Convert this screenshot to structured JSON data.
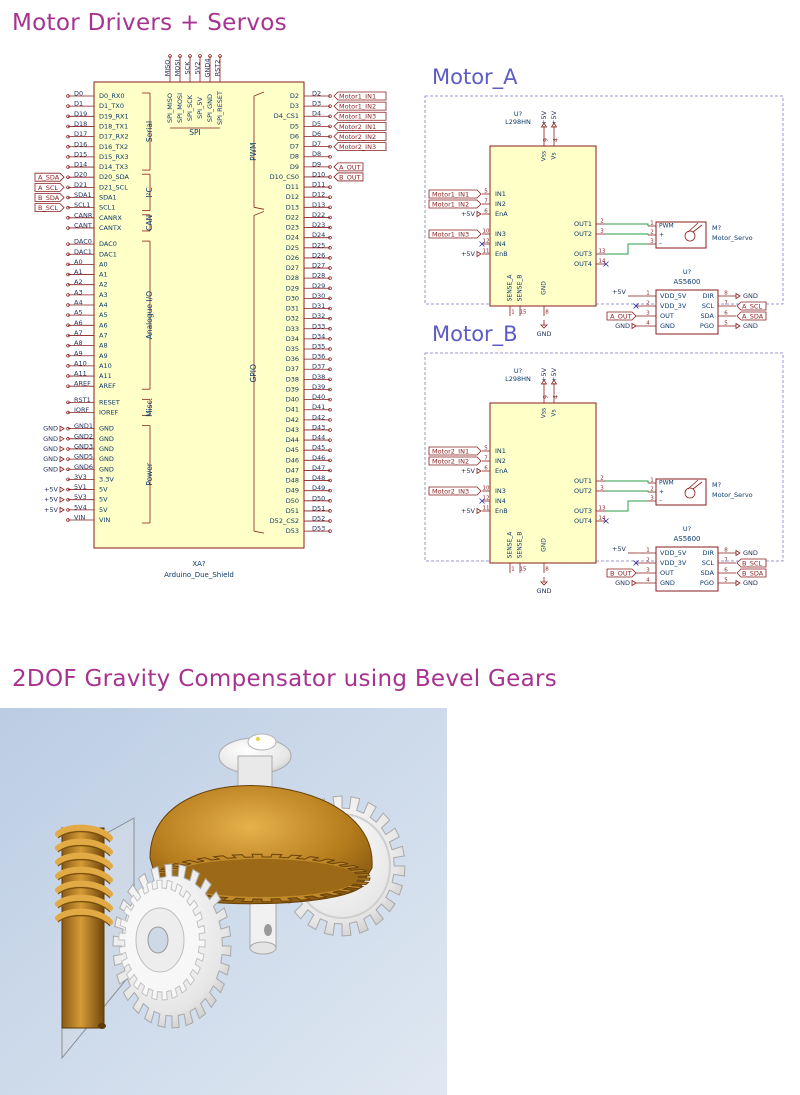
{
  "headings": {
    "motor_drivers": "Motor Drivers + Servos",
    "compensator": "2DOF Gravity Compensator using Bevel Gears"
  },
  "colors": {
    "heading": "#a8328f",
    "wire": "#2e9d48",
    "component_outline": "#8a1e1e",
    "component_fill": "#ffffc8",
    "label_text": "#8a1e1e",
    "pin_text": "#0c3a6b",
    "net_text": "#1f2e55",
    "sheet_border": "#7a7ac8",
    "sheet_title": "#5c5cc4",
    "render_bg": "#c9d8ea",
    "brass": "#c08a2a",
    "white_part": "#f4f4f4"
  },
  "arduino": {
    "ref": "XA?",
    "value": "Arduino_Due_Shield",
    "groups": {
      "serial": "Serial",
      "i2c": "I²C",
      "can": "CAN",
      "analogue": "Analogue I/O",
      "misc": "Misc.",
      "power": "Power",
      "pwm": "PWM",
      "gpio": "GPIO",
      "spi": "SPI"
    },
    "left_pins": [
      {
        "net": "D0",
        "pin": "D0_RX0"
      },
      {
        "net": "D1",
        "pin": "D1_TX0"
      },
      {
        "net": "D19",
        "pin": "D19_RX1"
      },
      {
        "net": "D18",
        "pin": "D18_TX1"
      },
      {
        "net": "D17",
        "pin": "D17_RX2"
      },
      {
        "net": "D16",
        "pin": "D16_TX2"
      },
      {
        "net": "D15",
        "pin": "D15_RX3"
      },
      {
        "net": "D14",
        "pin": "D14_TX3"
      },
      {
        "net": "D20",
        "pin": "D20_SDA",
        "label": "A_SDA"
      },
      {
        "net": "D21",
        "pin": "D21_SCL",
        "label": "A_SCL"
      },
      {
        "net": "SDA1",
        "pin": "SDA1",
        "label": "B_SDA"
      },
      {
        "net": "SCL1",
        "pin": "SCL1",
        "label": "B_SCL"
      },
      {
        "net": "CANR",
        "pin": "CANRX"
      },
      {
        "net": "CANT",
        "pin": "CANTX"
      },
      {
        "net": "DAC0",
        "pin": "DAC0"
      },
      {
        "net": "DAC1",
        "pin": "DAC1"
      },
      {
        "net": "A0",
        "pin": "A0"
      },
      {
        "net": "A1",
        "pin": "A1"
      },
      {
        "net": "A2",
        "pin": "A2"
      },
      {
        "net": "A3",
        "pin": "A3"
      },
      {
        "net": "A4",
        "pin": "A4"
      },
      {
        "net": "A5",
        "pin": "A5"
      },
      {
        "net": "A6",
        "pin": "A6"
      },
      {
        "net": "A7",
        "pin": "A7"
      },
      {
        "net": "A8",
        "pin": "A8"
      },
      {
        "net": "A9",
        "pin": "A9"
      },
      {
        "net": "A10",
        "pin": "A10"
      },
      {
        "net": "A11",
        "pin": "A11"
      },
      {
        "net": "AREF",
        "pin": "AREF"
      },
      {
        "net": "RST1",
        "pin": "RESET"
      },
      {
        "net": "IORF",
        "pin": "IOREF"
      },
      {
        "net": "GND1",
        "pin": "GND",
        "power": "GND"
      },
      {
        "net": "GND2",
        "pin": "GND",
        "power": "GND"
      },
      {
        "net": "GND3",
        "pin": "GND",
        "power": "GND"
      },
      {
        "net": "GND5",
        "pin": "GND",
        "power": "GND"
      },
      {
        "net": "GND6",
        "pin": "GND",
        "power": "GND"
      },
      {
        "net": "3V3",
        "pin": "3.3V"
      },
      {
        "net": "5V1",
        "pin": "5V",
        "power": "+5V"
      },
      {
        "net": "5V3",
        "pin": "5V",
        "power": "+5V"
      },
      {
        "net": "5V4",
        "pin": "5V",
        "power": "+5V"
      },
      {
        "net": "VIN",
        "pin": "VIN"
      }
    ],
    "right_pins": [
      {
        "pin": "D2",
        "net": "D2",
        "label": "Motor1_IN1"
      },
      {
        "pin": "D3",
        "net": "D3",
        "label": "Motor1_IN2"
      },
      {
        "pin": "D4_CS1",
        "net": "D4",
        "label": "Motor1_IN3"
      },
      {
        "pin": "D5",
        "net": "D5",
        "label": "Motor2_IN1"
      },
      {
        "pin": "D6",
        "net": "D6",
        "label": "Motor2_IN2"
      },
      {
        "pin": "D7",
        "net": "D7",
        "label": "Motor2_IN3"
      },
      {
        "pin": "D8",
        "net": "D8"
      },
      {
        "pin": "D9",
        "net": "D9",
        "label": "A_OUT"
      },
      {
        "pin": "D10_CS0",
        "net": "D10",
        "label": "B_OUT"
      },
      {
        "pin": "D11",
        "net": "D11"
      },
      {
        "pin": "D12",
        "net": "D12"
      },
      {
        "pin": "D13",
        "net": "D13"
      },
      {
        "pin": "D22",
        "net": "D22"
      },
      {
        "pin": "D23",
        "net": "D23"
      },
      {
        "pin": "D24",
        "net": "D24"
      },
      {
        "pin": "D25",
        "net": "D25"
      },
      {
        "pin": "D26",
        "net": "D26"
      },
      {
        "pin": "D27",
        "net": "D27"
      },
      {
        "pin": "D28",
        "net": "D28"
      },
      {
        "pin": "D29",
        "net": "D29"
      },
      {
        "pin": "D30",
        "net": "D30"
      },
      {
        "pin": "D31",
        "net": "D31"
      },
      {
        "pin": "D32",
        "net": "D32"
      },
      {
        "pin": "D33",
        "net": "D33"
      },
      {
        "pin": "D34",
        "net": "D34"
      },
      {
        "pin": "D35",
        "net": "D35"
      },
      {
        "pin": "D36",
        "net": "D36"
      },
      {
        "pin": "D37",
        "net": "D37"
      },
      {
        "pin": "D38",
        "net": "D38"
      },
      {
        "pin": "D39",
        "net": "D39"
      },
      {
        "pin": "D40",
        "net": "D40"
      },
      {
        "pin": "D41",
        "net": "D41"
      },
      {
        "pin": "D42",
        "net": "D42"
      },
      {
        "pin": "D43",
        "net": "D43"
      },
      {
        "pin": "D44",
        "net": "D44"
      },
      {
        "pin": "D45",
        "net": "D45"
      },
      {
        "pin": "D46",
        "net": "D46"
      },
      {
        "pin": "D47",
        "net": "D47"
      },
      {
        "pin": "D48",
        "net": "D48"
      },
      {
        "pin": "D49",
        "net": "D49"
      },
      {
        "pin": "D50",
        "net": "D50"
      },
      {
        "pin": "D51",
        "net": "D51"
      },
      {
        "pin": "D52_CS2",
        "net": "D52"
      },
      {
        "pin": "D53",
        "net": "D53"
      }
    ],
    "top_pins": [
      {
        "net": "MISO",
        "pin": "SPI_MISO"
      },
      {
        "net": "MOSI",
        "pin": "SPI_MOSI"
      },
      {
        "net": "SCK",
        "pin": "SPI_SCK"
      },
      {
        "net": "5V2",
        "pin": "SPI_5V"
      },
      {
        "net": "GND4",
        "pin": "SPI_GND"
      },
      {
        "net": "RST2",
        "pin": "SPI_RESET"
      }
    ]
  },
  "sheets": [
    {
      "title": "Motor_A",
      "driver": {
        "ref": "U?",
        "value": "L298HN",
        "top_pins": [
          {
            "num": "9",
            "name": "Vss",
            "power": "+5V"
          },
          {
            "num": "4",
            "name": "Vs",
            "power": "+5V"
          }
        ],
        "in_pins": [
          {
            "num": "5",
            "name": "IN1",
            "label": "Motor1_IN1"
          },
          {
            "num": "7",
            "name": "IN2",
            "label": "Motor1_IN2"
          },
          {
            "num": "6",
            "name": "EnA",
            "power": "+5V"
          },
          {
            "num": "10",
            "name": "IN3",
            "label": "Motor1_IN3"
          },
          {
            "num": "12",
            "name": "IN4"
          },
          {
            "num": "11",
            "name": "EnB",
            "power": "+5V"
          }
        ],
        "out_pins": [
          {
            "num": "2",
            "name": "OUT1"
          },
          {
            "num": "3",
            "name": "OUT2"
          },
          {
            "num": "13",
            "name": "OUT3"
          },
          {
            "num": "14",
            "name": "OUT4"
          }
        ],
        "bottom_pins": [
          {
            "num": "1",
            "name": "SENSE_A"
          },
          {
            "num": "15",
            "name": "SENSE_B"
          },
          {
            "num": "8",
            "name": "GND"
          }
        ],
        "gnd": "GND"
      },
      "servo": {
        "ref": "M?",
        "value": "Motor_Servo",
        "pins": [
          {
            "num": "1",
            "name": "PWM"
          },
          {
            "num": "2",
            "name": "+"
          },
          {
            "num": "3",
            "name": "–"
          }
        ]
      },
      "sensor": {
        "ref": "U?",
        "value": "AS5600",
        "left_pins": [
          {
            "num": "1",
            "name": "VDD_5V",
            "net": "+5V"
          },
          {
            "num": "2",
            "name": "VDD_3V"
          },
          {
            "num": "3",
            "name": "OUT",
            "label": "A_OUT"
          },
          {
            "num": "4",
            "name": "GND",
            "net": "GND"
          }
        ],
        "right_pins": [
          {
            "num": "8",
            "name": "DIR",
            "net": "GND"
          },
          {
            "num": "7",
            "name": "SCL",
            "label": "A_SCL"
          },
          {
            "num": "6",
            "name": "SDA",
            "label": "A_SDA"
          },
          {
            "num": "5",
            "name": "PGO",
            "net": "GND"
          }
        ]
      }
    },
    {
      "title": "Motor_B",
      "driver": {
        "ref": "U?",
        "value": "L298HN",
        "top_pins": [
          {
            "num": "9",
            "name": "Vss",
            "power": "+5V"
          },
          {
            "num": "4",
            "name": "Vs",
            "power": "+5V"
          }
        ],
        "in_pins": [
          {
            "num": "5",
            "name": "IN1",
            "label": "Motor2_IN1"
          },
          {
            "num": "7",
            "name": "IN2",
            "label": "Motor2_IN2"
          },
          {
            "num": "6",
            "name": "EnA",
            "power": "+5V"
          },
          {
            "num": "10",
            "name": "IN3",
            "label": "Motor2_IN3"
          },
          {
            "num": "12",
            "name": "IN4"
          },
          {
            "num": "11",
            "name": "EnB",
            "power": "+5V"
          }
        ],
        "out_pins": [
          {
            "num": "2",
            "name": "OUT1"
          },
          {
            "num": "3",
            "name": "OUT2"
          },
          {
            "num": "13",
            "name": "OUT3"
          },
          {
            "num": "14",
            "name": "OUT4"
          }
        ],
        "bottom_pins": [
          {
            "num": "1",
            "name": "SENSE_A"
          },
          {
            "num": "15",
            "name": "SENSE_B"
          },
          {
            "num": "8",
            "name": "GND"
          }
        ],
        "gnd": "GND"
      },
      "servo": {
        "ref": "M?",
        "value": "Motor_Servo",
        "pins": [
          {
            "num": "1",
            "name": "PWM"
          },
          {
            "num": "2",
            "name": "+"
          },
          {
            "num": "3",
            "name": "–"
          }
        ]
      },
      "sensor": {
        "ref": "U?",
        "value": "AS5600",
        "left_pins": [
          {
            "num": "1",
            "name": "VDD_5V",
            "net": "+5V"
          },
          {
            "num": "2",
            "name": "VDD_3V"
          },
          {
            "num": "3",
            "name": "OUT",
            "label": "B_OUT"
          },
          {
            "num": "4",
            "name": "GND",
            "net": "GND"
          }
        ],
        "right_pins": [
          {
            "num": "8",
            "name": "DIR",
            "net": "GND"
          },
          {
            "num": "7",
            "name": "SCL",
            "label": "B_SCL"
          },
          {
            "num": "6",
            "name": "SDA",
            "label": "B_SDA"
          },
          {
            "num": "5",
            "name": "PGO",
            "net": "GND"
          }
        ]
      }
    }
  ],
  "render": {
    "parts": [
      "worm-shaft-brass",
      "spur-gear-white-front",
      "bevel-gear-brass",
      "spur-gear-white-rear",
      "gear-knob-white",
      "shaft-white",
      "mounting-plate"
    ]
  }
}
